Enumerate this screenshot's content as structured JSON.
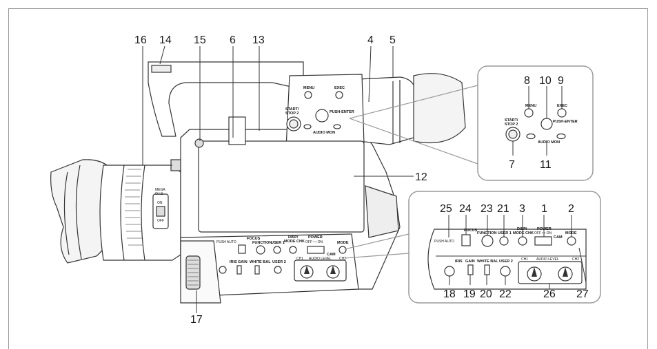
{
  "callouts": {
    "c1": "1",
    "c2": "2",
    "c3": "3",
    "c4": "4",
    "c5": "5",
    "c6": "6",
    "c7": "7",
    "c8": "8",
    "c9": "9",
    "c10": "10",
    "c11": "11",
    "c12": "12",
    "c13": "13",
    "c14": "14",
    "c15": "15",
    "c16": "16",
    "c17": "17",
    "c18": "18",
    "c19": "19",
    "c20": "20",
    "c21": "21",
    "c22": "22",
    "c23": "23",
    "c24": "24",
    "c25": "25",
    "c26": "26",
    "c27": "27"
  },
  "body_labels": {
    "menu": "MENU",
    "exec": "EXEC",
    "start_stop": "START/",
    "start_stop2": "STOP 2",
    "push_enter": "PUSH-ENTER",
    "audio_mon": "AUDIO MON",
    "mega": "MEGA",
    "ois": "O.I.S.",
    "on": "ON",
    "off": "OFF",
    "push_auto": "PUSH AUTO",
    "focus": "FOCUS",
    "function": "FUNCTION",
    "user1": "USER 1",
    "disp": "DISP/",
    "mode_chk": "MODE CHK",
    "power": "POWER",
    "off_on": "OFF • • ON",
    "cam": "CAM",
    "mode": "MODE",
    "iris": "IRIS",
    "gain": "GAIN",
    "white_bal": "WHITE BAL",
    "user2": "USER 2",
    "ch1": "CH1",
    "audio_level": "AUDIO LEVEL",
    "ch2": "CH2"
  },
  "inset1_labels": {
    "menu": "MENU",
    "exec": "EXEC",
    "start_stop": "START/",
    "start_stop2": "STOP 2",
    "push_enter": "PUSH-ENTER",
    "audio_mon": "AUDIO MON"
  },
  "inset2_labels": {
    "push_auto": "PUSH AUTO",
    "focus": "FOCUS",
    "function": "FUNCTION",
    "user1": "USER 1",
    "disp": "DISP/",
    "mode_chk": "MODE CHK",
    "power": "POWER",
    "off_on": "OFF • • ON",
    "cam": "CAM",
    "mode": "MODE",
    "iris": "IRIS",
    "gain": "GAIN",
    "white_bal": "WHITE BAL",
    "user2": "USER 2",
    "ch1": "CH1",
    "audio_level": "AUDIO LEVEL",
    "ch2": "CH2"
  }
}
